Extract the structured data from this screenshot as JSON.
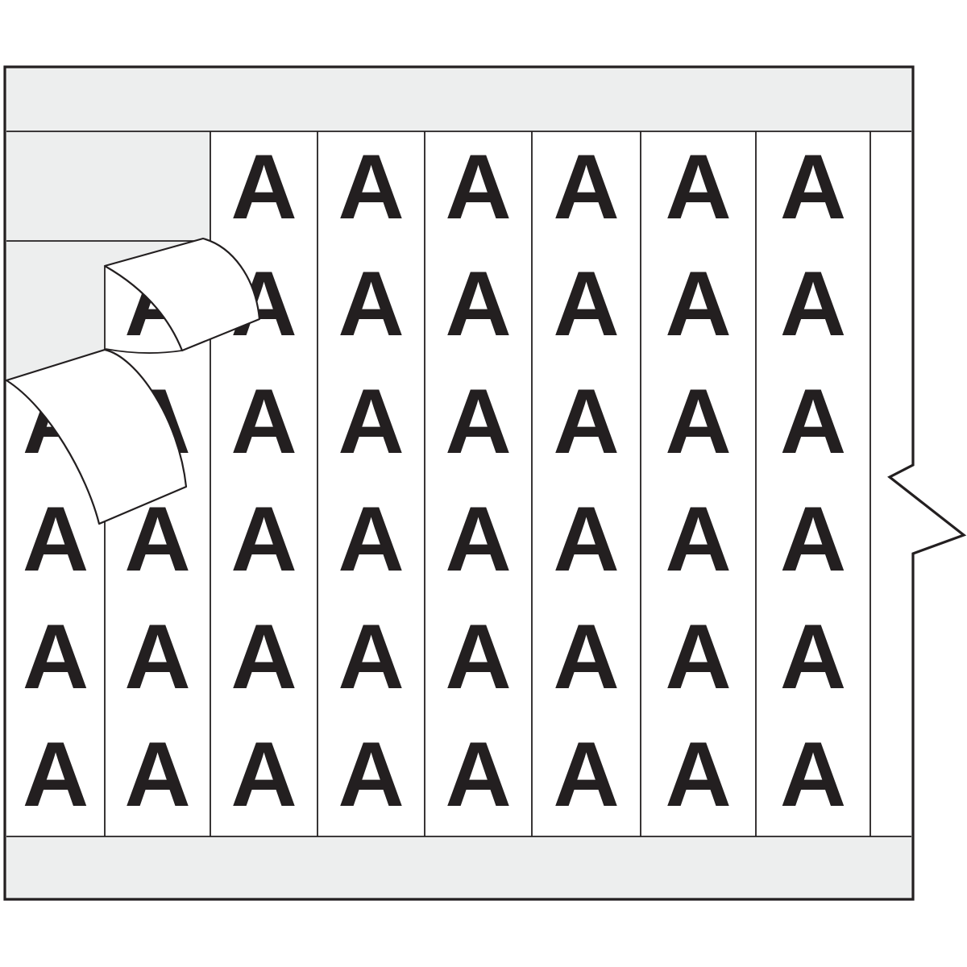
{
  "product_image": {
    "kind": "wire-marker-label-card-illustration",
    "marker_letter": "A",
    "letter_grid": {
      "columns": 8,
      "rows": 6,
      "cells": [
        [
          "",
          "",
          "A",
          "A",
          "A",
          "A",
          "A",
          "A"
        ],
        [
          "",
          "A",
          "A",
          "A",
          "A",
          "A",
          "A",
          "A"
        ],
        [
          "A",
          "A",
          "A",
          "A",
          "A",
          "A",
          "A",
          "A"
        ],
        [
          "A",
          "A",
          "A",
          "A",
          "A",
          "A",
          "A",
          "A"
        ],
        [
          "A",
          "A",
          "A",
          "A",
          "A",
          "A",
          "A",
          "A"
        ],
        [
          "A",
          "A",
          "A",
          "A",
          "A",
          "A",
          "A",
          "A"
        ]
      ]
    },
    "visible_letter_count": 45,
    "peeling_labels_count": 2,
    "features": [
      "right-edge-index-notch",
      "peeled-liner-area-top-left"
    ],
    "colors": {
      "ink": "#231f20",
      "label_white": "#ffffff",
      "liner_grey": "#edeeee",
      "page_background": "#ffffff"
    }
  }
}
